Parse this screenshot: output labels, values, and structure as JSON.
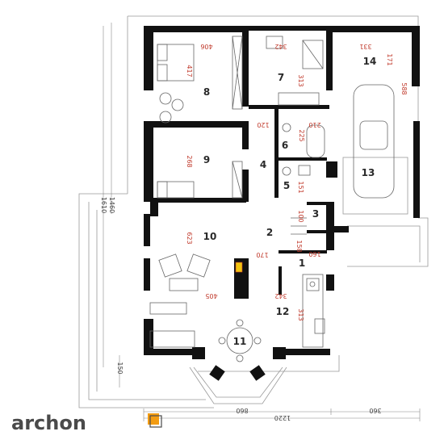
{
  "logo": {
    "text": "archon",
    "accent_color": "#f39c12",
    "text_color": "#4a4a4a"
  },
  "colors": {
    "wall": "#111111",
    "dimension": "#c0392b",
    "furniture": "#666666",
    "fireplace": "#f1c40f",
    "outline": "#999999"
  },
  "rooms": [
    {
      "id": "r1",
      "number": "1"
    },
    {
      "id": "r2",
      "number": "2"
    },
    {
      "id": "r3",
      "number": "3"
    },
    {
      "id": "r4",
      "number": "4"
    },
    {
      "id": "r5",
      "number": "5"
    },
    {
      "id": "r6",
      "number": "6"
    },
    {
      "id": "r7",
      "number": "7"
    },
    {
      "id": "r8",
      "number": "8"
    },
    {
      "id": "r9",
      "number": "9"
    },
    {
      "id": "r10",
      "number": "10"
    },
    {
      "id": "r11",
      "number": "11"
    },
    {
      "id": "r12",
      "number": "12"
    },
    {
      "id": "r13",
      "number": "13"
    },
    {
      "id": "r14",
      "number": "14"
    }
  ],
  "interior_dimensions": [
    {
      "id": "d406a",
      "text": "406"
    },
    {
      "id": "d342a",
      "text": "342"
    },
    {
      "id": "d331",
      "text": "331"
    },
    {
      "id": "d417",
      "text": "417"
    },
    {
      "id": "d313a",
      "text": "313"
    },
    {
      "id": "d171",
      "text": "171"
    },
    {
      "id": "d588",
      "text": "588"
    },
    {
      "id": "d120",
      "text": "120"
    },
    {
      "id": "d210",
      "text": "210"
    },
    {
      "id": "d225",
      "text": "225"
    },
    {
      "id": "d268",
      "text": "268"
    },
    {
      "id": "d151",
      "text": "151"
    },
    {
      "id": "d100",
      "text": "100"
    },
    {
      "id": "d160",
      "text": "160"
    },
    {
      "id": "d170",
      "text": "170"
    },
    {
      "id": "d158",
      "text": "158"
    },
    {
      "id": "d623",
      "text": "623"
    },
    {
      "id": "d342b",
      "text": "342"
    },
    {
      "id": "d405",
      "text": "405"
    },
    {
      "id": "d313b",
      "text": "313"
    }
  ],
  "exterior_dimensions": [
    {
      "id": "e1460",
      "text": "1460"
    },
    {
      "id": "e1610",
      "text": "1610"
    },
    {
      "id": "e150",
      "text": "150"
    },
    {
      "id": "e860",
      "text": "860"
    },
    {
      "id": "e360",
      "text": "360"
    },
    {
      "id": "e1220",
      "text": "1220"
    }
  ]
}
